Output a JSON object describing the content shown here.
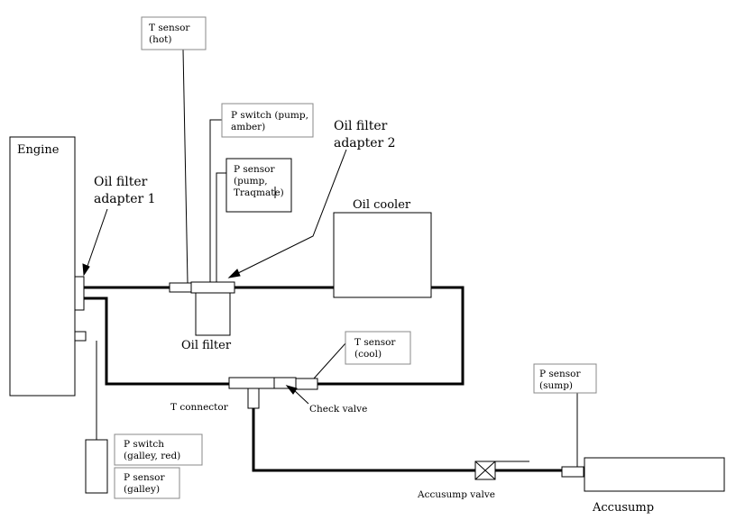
{
  "labels": {
    "engine": "Engine",
    "oil_filter_adapter_1": [
      "Oil filter",
      "adapter 1"
    ],
    "oil_filter_adapter_2": [
      "Oil filter",
      "adapter 2"
    ],
    "oil_cooler": "Oil cooler",
    "oil_filter": "Oil filter",
    "t_sensor_hot": [
      "T sensor",
      "(hot)"
    ],
    "p_switch_pump": [
      "P switch (pump,",
      "amber)"
    ],
    "p_sensor_pump": [
      "P sensor",
      "(pump,",
      "Traqmate)"
    ],
    "t_sensor_cool": [
      "T sensor",
      "(cool)"
    ],
    "t_connector": "T connector",
    "check_valve": "Check valve",
    "p_sensor_sump": [
      "P sensor",
      "(sump)"
    ],
    "accusump_valve": "Accusump valve",
    "accusump": "Accusump",
    "p_switch_galley": [
      "P switch",
      "(galley, red)"
    ],
    "p_sensor_galley": [
      "P sensor",
      "(galley)"
    ]
  }
}
